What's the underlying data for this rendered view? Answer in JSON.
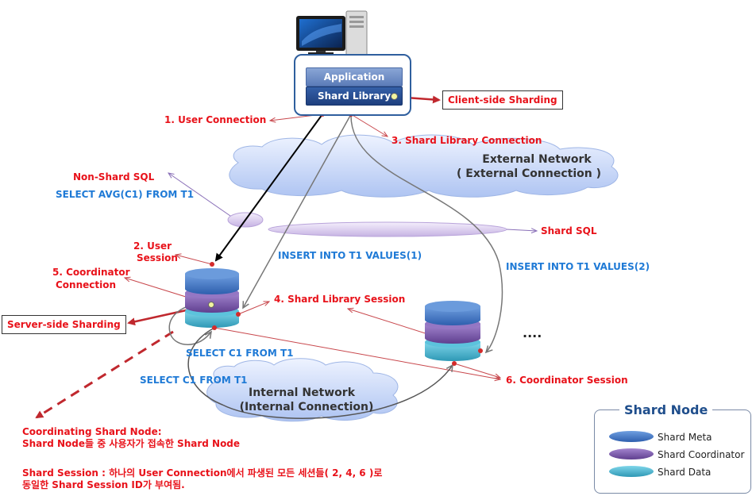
{
  "app": {
    "application_label": "Application",
    "shard_library_label": "Shard Library",
    "client_side_label": "Client-side Sharding"
  },
  "steps": {
    "user_connection": "1.   User Connection",
    "shard_library_connection": "3. Shard Library Connection",
    "user_session_line1": "2. User",
    "user_session_line2": "Session",
    "coordinator_connection_line1": "5. Coordinator",
    "coordinator_connection_line2": "Connection",
    "shard_library_session": "4. Shard  Library Session",
    "coordinator_session": "6. Coordinator  Session"
  },
  "sql": {
    "non_shard_title": "Non-Shard  SQL",
    "non_shard_query": "SELECT AVG(C1) FROM T1",
    "shard_sql": "Shard SQL",
    "insert_1": "INSERT INTO T1 VALUES(1)",
    "insert_2": "INSERT INTO T1 VALUES(2)",
    "select_1": "SELECT C1 FROM T1",
    "select_2": "SELECT C1 FROM T1"
  },
  "networks": {
    "external_line1": "External Network",
    "external_line2": "( External Connection )",
    "internal_line1": "Internal Network",
    "internal_line2": "(Internal Connection)"
  },
  "server_side_label": "Server-side Sharding",
  "ellipsis": "....",
  "notes": {
    "coordinating_line1": "Coordinating Shard Node:",
    "coordinating_line2": "Shard Node들 중 사용자가 접속한 Shard Node",
    "session_line1": "Shard Session :  하나의 User Connection에서  파생된 모든 세션들( 2, 4, 6 )로",
    "session_line2": "동일한 Shard Session ID가 부여됨."
  },
  "legend": {
    "title": "Shard Node",
    "items": [
      "Shard Meta",
      "Shard Coordinator",
      "Shard Data"
    ]
  },
  "colors": {
    "red_text": "#e8121a",
    "blue_text": "#1f7ad6",
    "meta": "#4a7fc8",
    "coordinator": "#7e5aa8",
    "data": "#46b6cf"
  }
}
